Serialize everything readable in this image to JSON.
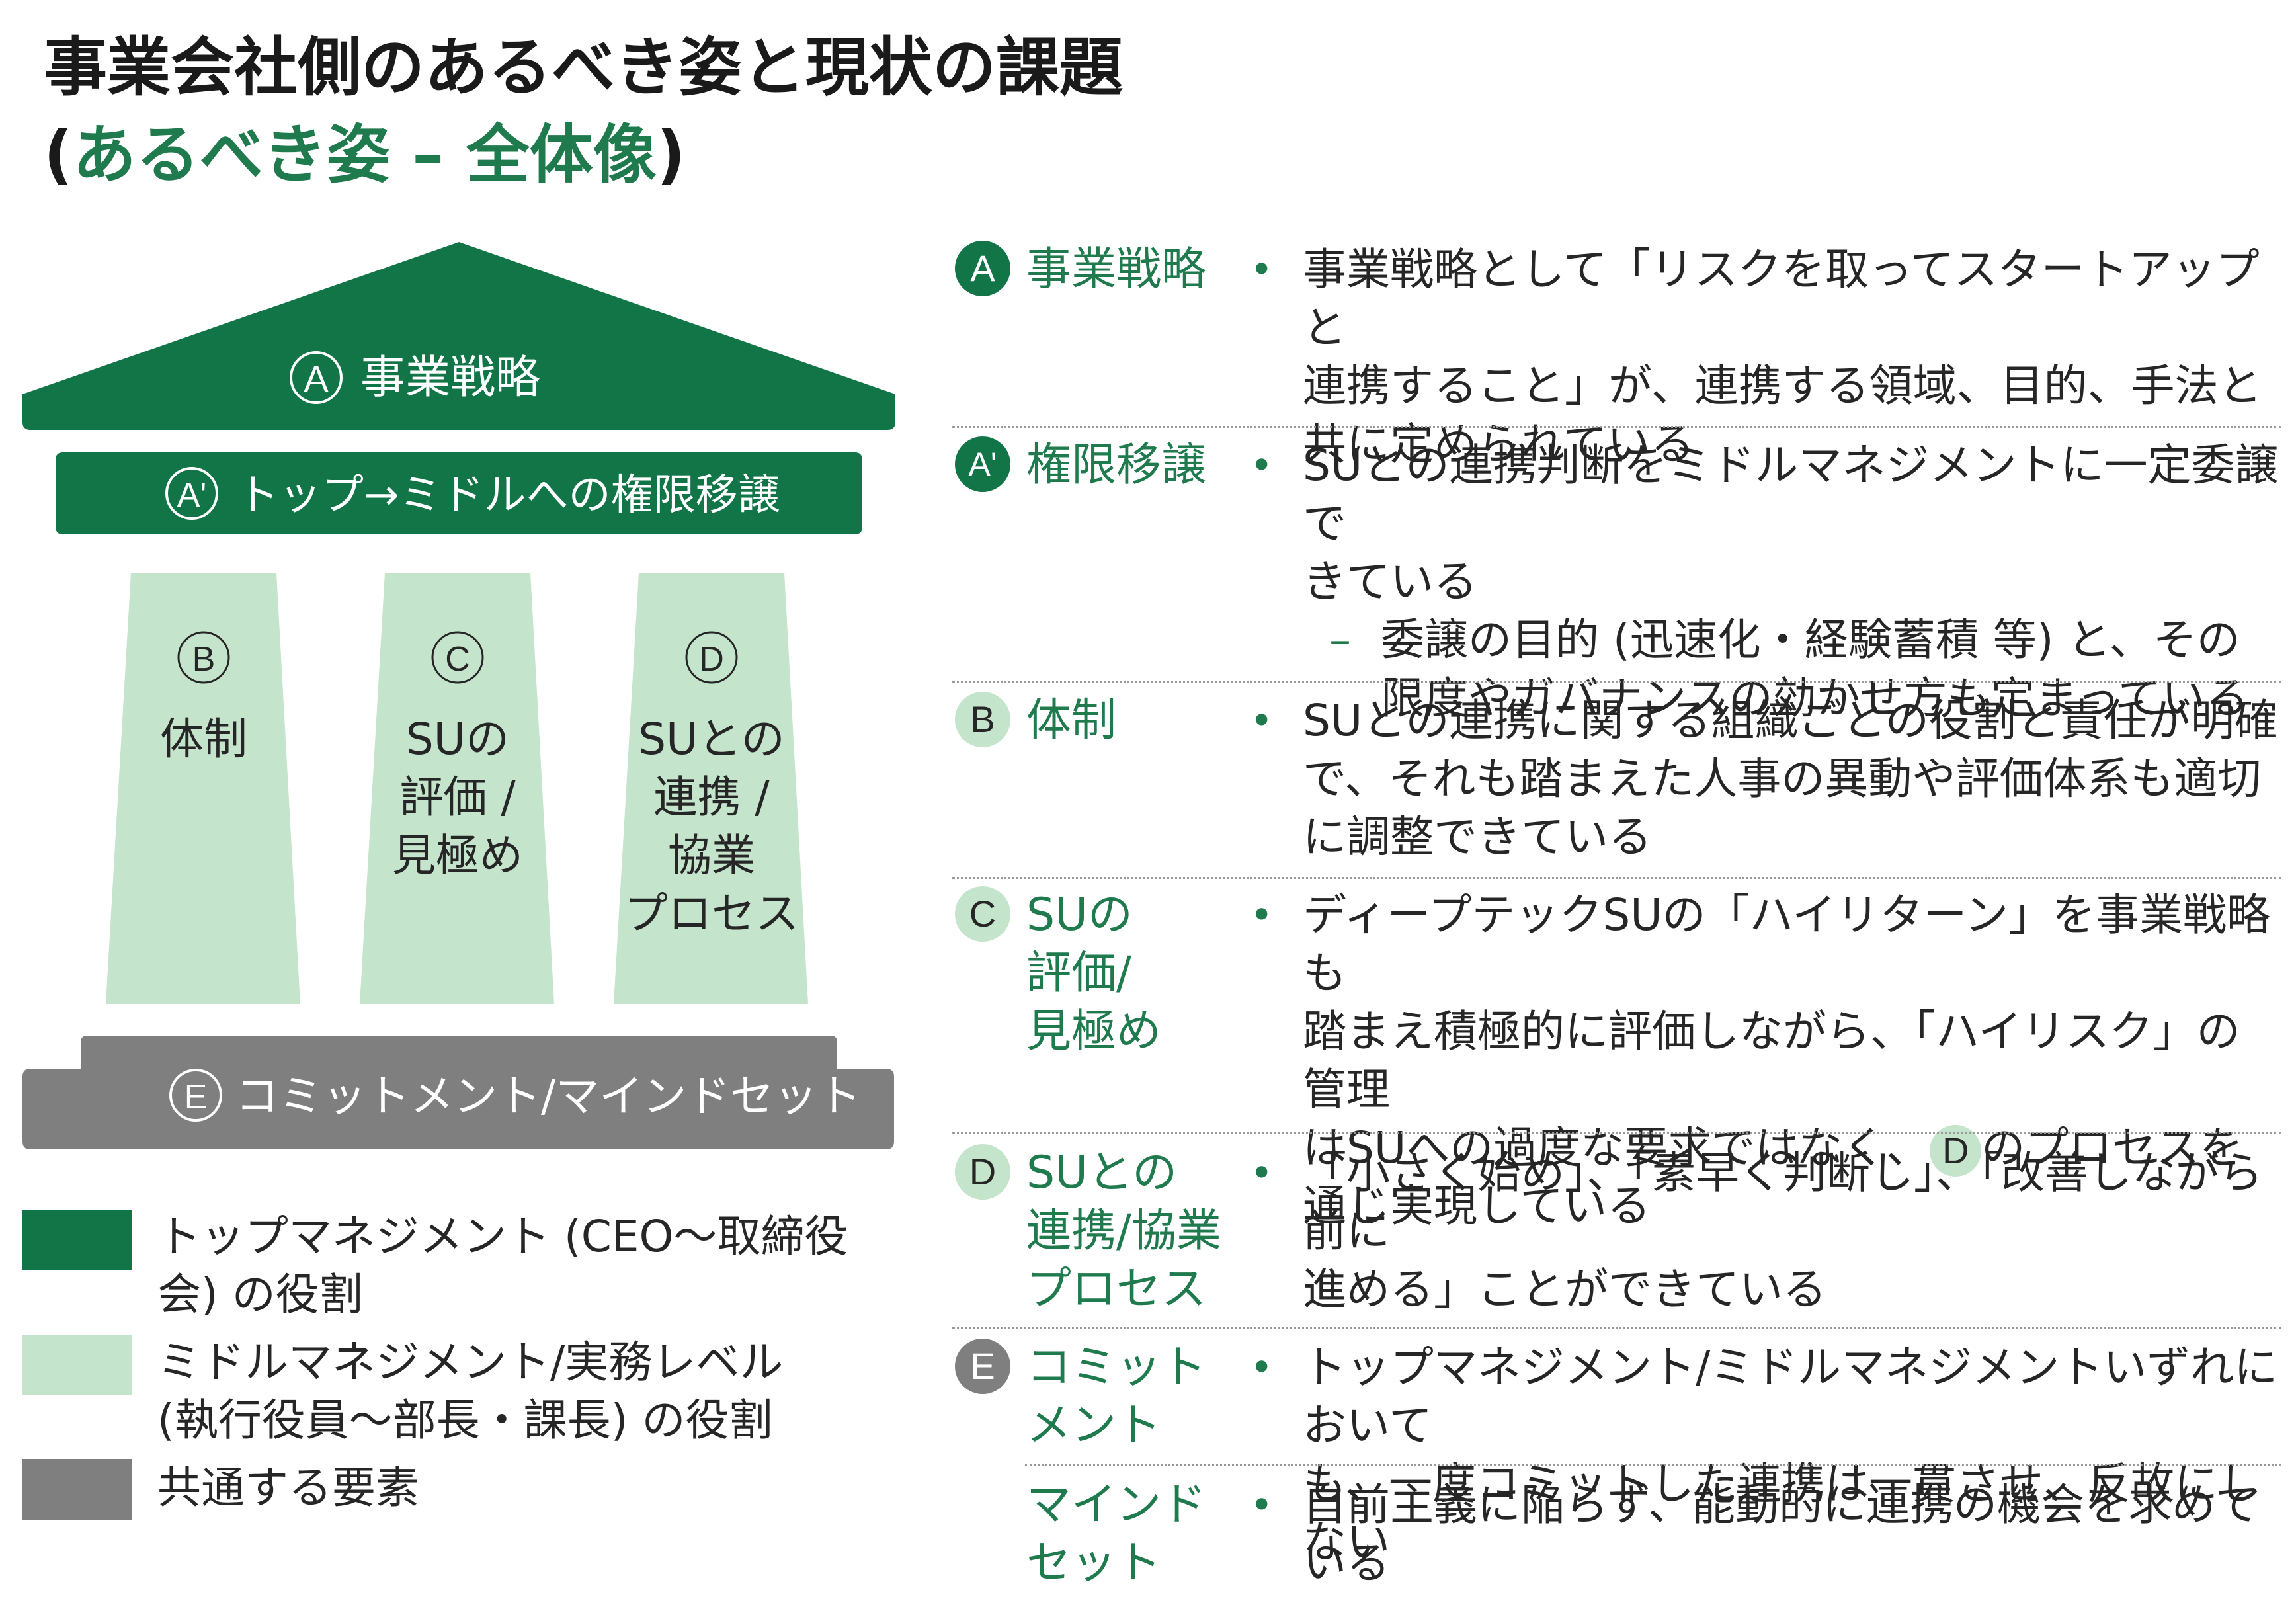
{
  "title": {
    "line1": "事業会社側のあるべき姿と現状の課題",
    "line2_open": "(",
    "line2_green": "あるべき姿 – 全体像",
    "line2_close": ")"
  },
  "diagram": {
    "roof_label": "事業戦略",
    "roof_badge": "A",
    "beam_label": "トップ→ミドルへの権限移譲",
    "beam_badge": "A'",
    "pillars": [
      {
        "badge": "B",
        "lines": [
          "体制"
        ]
      },
      {
        "badge": "C",
        "lines": [
          "SUの",
          "評価 /",
          "見極め"
        ]
      },
      {
        "badge": "D",
        "lines": [
          "SUとの",
          "連携 /",
          "協業",
          "プロセス"
        ]
      }
    ],
    "base_label": "コミットメント/マインドセット",
    "base_badge": "E",
    "colors": {
      "dark": "#127548",
      "light": "#c5e4cc",
      "gray": "#7f7f7f"
    }
  },
  "legend": [
    {
      "color": "#127548",
      "lines": [
        "トップマネジメント (CEO～取締役",
        "会) の役割"
      ]
    },
    {
      "color": "#c5e4cc",
      "lines": [
        "ミドルマネジメント/実務レベル",
        "(執行役員～部長・課長) の役割"
      ]
    },
    {
      "color": "#7f7f7f",
      "lines": [
        "共通する要素"
      ]
    }
  ],
  "rows": [
    {
      "badge": "A",
      "badge_style": "dark",
      "category": [
        "事業戦略"
      ],
      "desc": [
        "事業戦略として「リスクを取ってスタートアップと",
        "連携すること」が、連携する領域、目的、手法と",
        "共に定められている"
      ]
    },
    {
      "badge": "A'",
      "badge_style": "dark",
      "category": [
        "権限移譲"
      ],
      "desc": [
        "SUとの連携判断をミドルマネジメントに一定委譲で",
        "きている"
      ],
      "sub": [
        "委譲の目的 (迅速化・経験蓄積 等) と、その",
        "限度やガバナンスの効かせ方も定まっている"
      ],
      "sub_dash": "–"
    },
    {
      "badge": "B",
      "badge_style": "light",
      "category": [
        "体制"
      ],
      "desc": [
        "SUとの連携に関する組織ごとの役割と責任が明確",
        "で、それも踏まえた人事の異動や評価体系も適切",
        "に調整できている"
      ]
    },
    {
      "badge": "C",
      "badge_style": "light",
      "category": [
        "SUの",
        "評価/",
        "見極め"
      ],
      "desc": [
        "ディープテックSUの「ハイリターン」を事業戦略も",
        "踏まえ積極的に評価しながら、「ハイリスク」の管理"
      ],
      "desc3_pre": "はSUへの過度な要求ではなく、",
      "desc3_badge": "D",
      "desc3_post": "のプロセスを",
      "desc4": "通じ実現している"
    },
    {
      "badge": "D",
      "badge_style": "light",
      "category": [
        "SUとの",
        "連携/協業",
        "プロセス"
      ],
      "desc": [
        "「小さく始め」、「素早く判断し」、「改善しながら前に",
        "進める」ことができている"
      ]
    },
    {
      "badge": "E",
      "badge_style": "gray",
      "category": [
        "コミット",
        "メント"
      ],
      "desc": [
        "トップマネジメント/ミドルマネジメントいずれにおいて",
        "も、一度コミットした連携は一貫させ、反故にしない"
      ]
    },
    {
      "badge": "",
      "badge_style": "none",
      "category": [
        "マインド",
        "セット"
      ],
      "desc": [
        "自前主義に陥らず、能動的に連携の機会を求めて",
        "いる"
      ]
    }
  ],
  "bullet_char": "•"
}
